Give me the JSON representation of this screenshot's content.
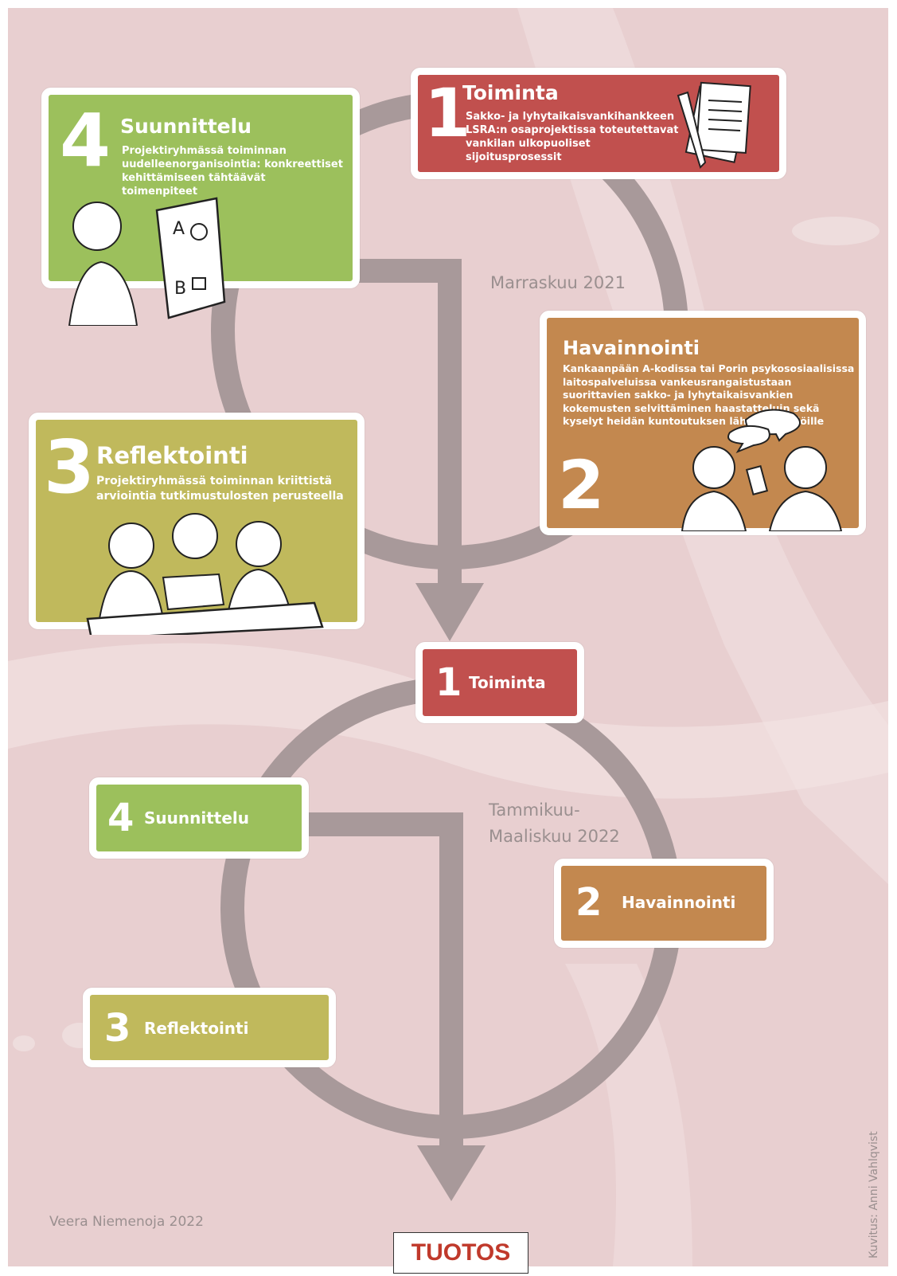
{
  "cycle1": {
    "period": "Marraskuu 2021",
    "toiminta": {
      "number": "1",
      "title": "Toiminta",
      "description": "Sakko- ja lyhytaikaisvankihankkeen LSRA:n osaprojektissa toteutettavat vankilan ulkopuoliset sijoitusprosessit"
    },
    "havainnointi": {
      "number": "2",
      "title": "Havainnointi",
      "description": "Kankaanpään A-kodissa tai Porin psykososiaalisissa laitospalveluissa vankeusrangaistustaan suorittavien sakko- ja lyhytaikaisvankien kokemusten selvittäminen haastatteluin sekä kyselyt heidän kuntoutuksen lähityöntekijöille"
    },
    "reflektointi": {
      "number": "3",
      "title": "Reflektointi",
      "description": "Projektiryhmässä toiminnan kriittistä arviointia tutkimustulosten perusteella"
    },
    "suunnittelu": {
      "number": "4",
      "title": "Suunnittelu",
      "description": "Projektiryhmässä toiminnan uudelleenorganisointia: konkreettiset kehittämiseen tähtäävät toimenpiteet"
    }
  },
  "cycle2": {
    "period_line1": "Tammikuu-",
    "period_line2": "Maaliskuu 2022",
    "toiminta": {
      "number": "1",
      "title": "Toiminta"
    },
    "havainnointi": {
      "number": "2",
      "title": "Havainnointi"
    },
    "reflektointi": {
      "number": "3",
      "title": "Reflektointi"
    },
    "suunnittelu": {
      "number": "4",
      "title": "Suunnittelu"
    }
  },
  "output": "TUOTOS",
  "author_credit": "Veera Niemenoja 2022",
  "illustration_credit": "Kuvitus: Anni Vahlqvist",
  "colors": {
    "background": "#e8cfd0",
    "toiminta": "#c1504e",
    "havainnointi": "#c3884f",
    "reflektointi": "#c0b95c",
    "suunnittelu": "#9cc05c",
    "flow": "#a8999a",
    "output_text": "#c0392b"
  }
}
